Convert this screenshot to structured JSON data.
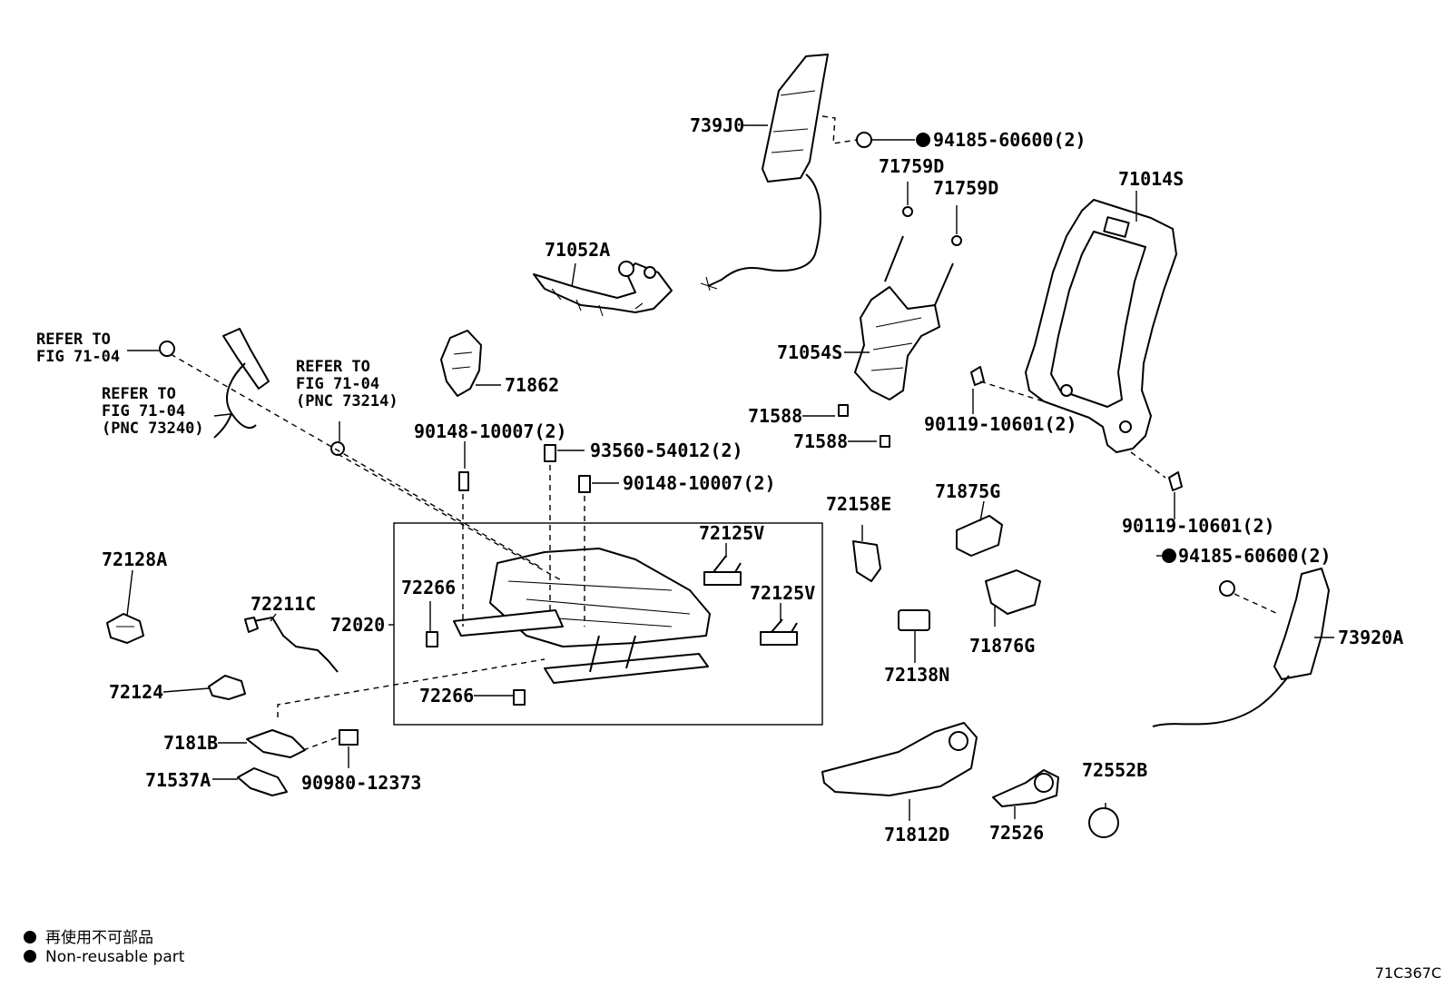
{
  "labels": {
    "p739J0": "739J0",
    "p94185_top": "94185-60600(2)",
    "p71759D_a": "71759D",
    "p71759D_b": "71759D",
    "p71014S": "71014S",
    "p71052A": "71052A",
    "p71054S": "71054S",
    "p71862": "71862",
    "p71588_a": "71588",
    "p71588_b": "71588",
    "p90119_a": "90119-10601(2)",
    "p90119_b": "90119-10601(2)",
    "p90148_a": "90148-10007(2)",
    "p93560": "93560-54012(2)",
    "p90148_b": "90148-10007(2)",
    "p72158E": "72158E",
    "p71875G": "71875G",
    "p94185_right": "94185-60600(2)",
    "p73920A": "73920A",
    "p72125V_a": "72125V",
    "p72125V_b": "72125V",
    "p72266_a": "72266",
    "p72266_b": "72266",
    "p72020": "72020",
    "p72128A": "72128A",
    "p72211C": "72211C",
    "p72124": "72124",
    "p7181B": "7181B",
    "p71537A": "71537A",
    "p90980": "90980-12373",
    "p72138N": "72138N",
    "p71876G": "71876G",
    "p72552B": "72552B",
    "p71812D": "71812D",
    "p72526": "72526"
  },
  "references": {
    "ref1": [
      "REFER TO",
      "FIG 71-04"
    ],
    "ref2": [
      "REFER TO",
      "FIG 71-04",
      "(PNC 73240)"
    ],
    "ref3": [
      "REFER TO",
      "FIG 71-04",
      "(PNC 73214)"
    ]
  },
  "legend": {
    "japanese": "再使用不可部品",
    "english": "Non-reusable part"
  },
  "figure_code": "71C367C"
}
